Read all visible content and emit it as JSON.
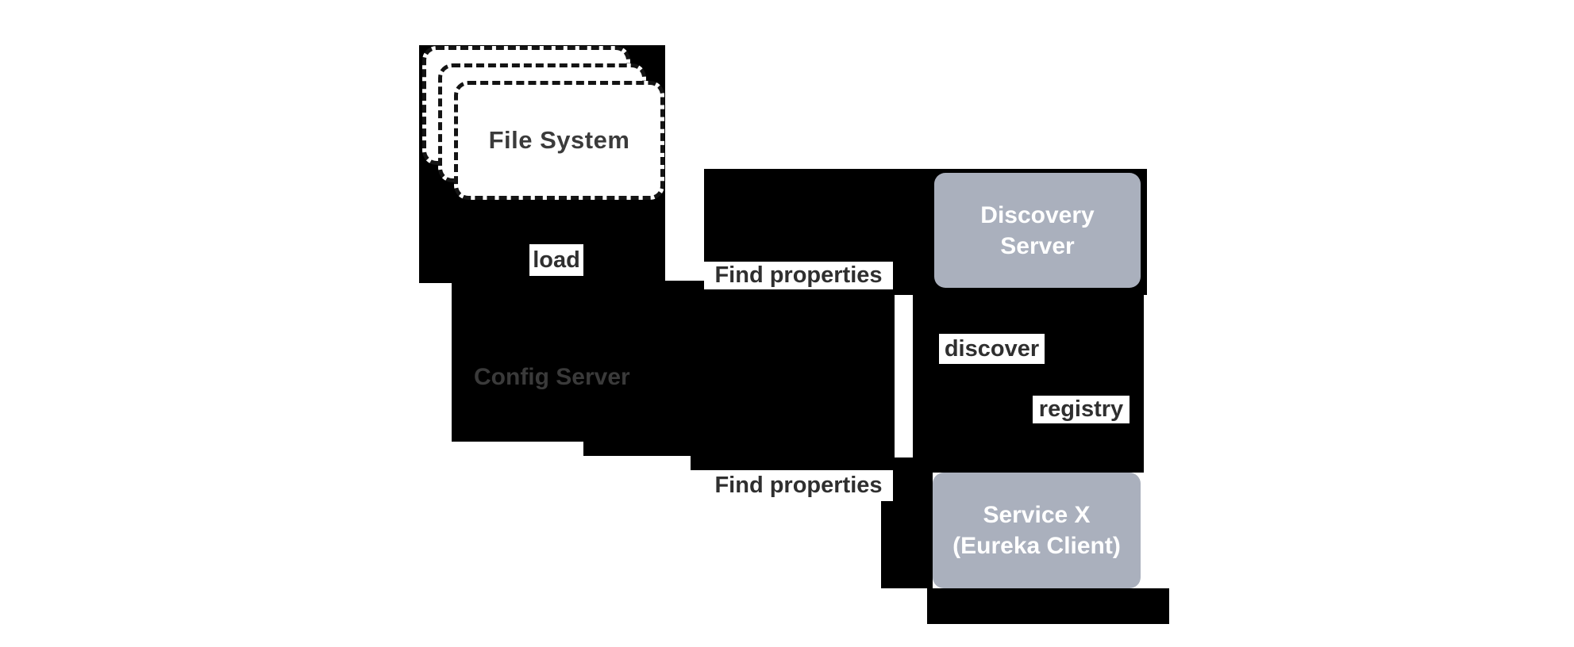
{
  "colors": {
    "background": "#ffffff",
    "blackout": "#000000",
    "node_fill": "#aab0bd",
    "node_text": "#ffffff",
    "label_bg": "#ffffff",
    "label_text": "#2f2f2f",
    "file_system_text": "#3b3b3b",
    "config_server_text": "#3a3a3a",
    "dashed_border": "#141414"
  },
  "nodes": {
    "file_system": {
      "label": "File System"
    },
    "config_server": {
      "label": "Config Server"
    },
    "discovery_server": {
      "line1": "Discovery",
      "line2": "Server"
    },
    "service_x": {
      "line1": "Service X",
      "line2": "(Eureka Client)"
    }
  },
  "edge_labels": {
    "load": "load",
    "find_properties_top": "Find properties",
    "discover": "discover",
    "registry": "registry",
    "find_properties_bottom": "Find properties"
  }
}
